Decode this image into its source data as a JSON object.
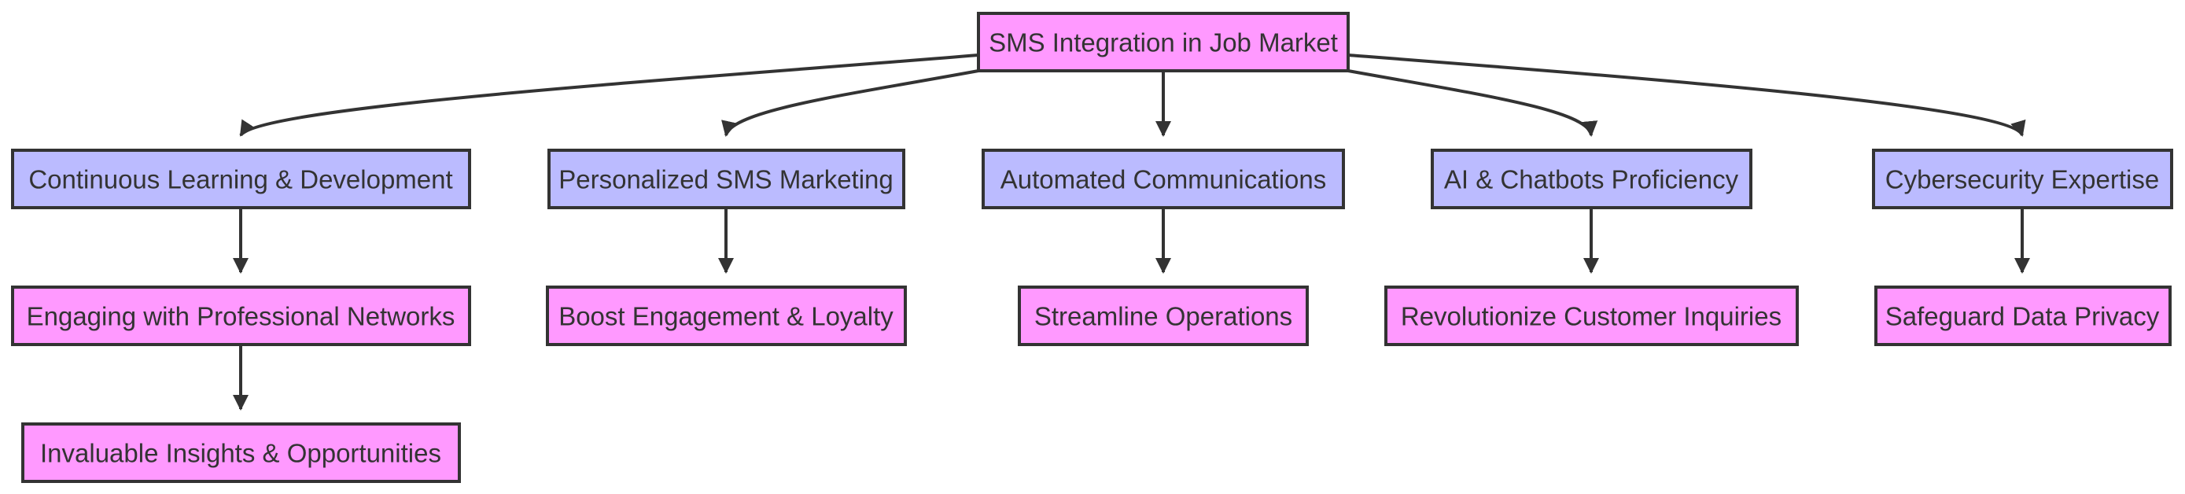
{
  "diagram": {
    "colors": {
      "primary_fill": "#ff99ff",
      "secondary_fill": "#bbbbff",
      "stroke": "#333333",
      "text": "#333333"
    },
    "root": {
      "label": "SMS Integration in Job Market"
    },
    "branches": [
      {
        "label": "Continuous Learning & Development",
        "children": [
          {
            "label": "Engaging with Professional Networks"
          },
          {
            "label": "Invaluable Insights & Opportunities"
          }
        ]
      },
      {
        "label": "Personalized SMS Marketing",
        "children": [
          {
            "label": "Boost Engagement & Loyalty"
          }
        ]
      },
      {
        "label": "Automated Communications",
        "children": [
          {
            "label": "Streamline Operations"
          }
        ]
      },
      {
        "label": "AI & Chatbots Proficiency",
        "children": [
          {
            "label": "Revolutionize Customer Inquiries"
          }
        ]
      },
      {
        "label": "Cybersecurity Expertise",
        "children": [
          {
            "label": "Safeguard Data Privacy"
          }
        ]
      }
    ]
  }
}
